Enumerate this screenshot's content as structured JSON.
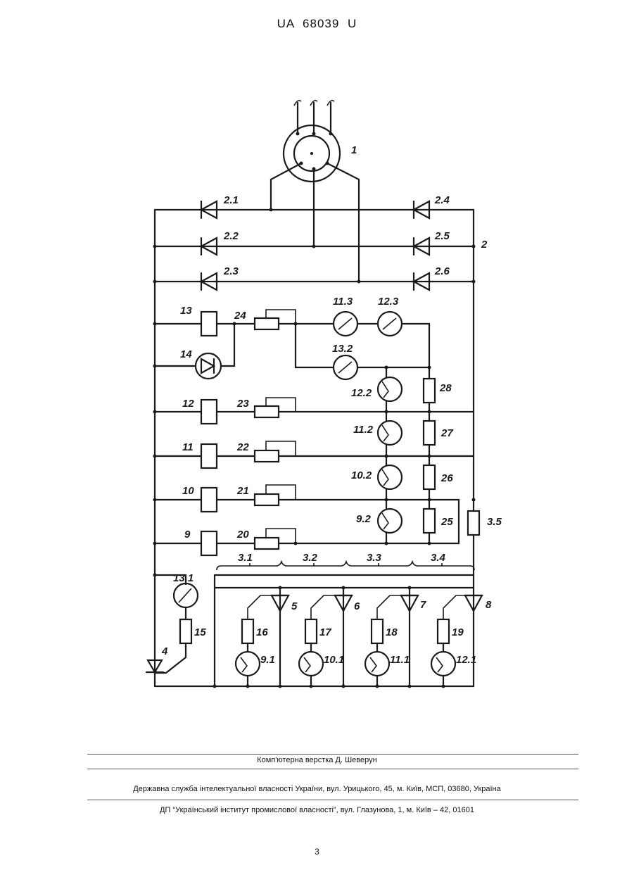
{
  "header": {
    "patent_number": "UA 68039 U"
  },
  "diagram": {
    "labels": {
      "motor": "1",
      "bridge": "2",
      "d21": "2.1",
      "d22": "2.2",
      "d23": "2.3",
      "d24": "2.4",
      "d25": "2.5",
      "d26": "2.6",
      "k13": "13",
      "r24": "24",
      "s113": "11.3",
      "s123": "12.3",
      "led14": "14",
      "s132": "13.2",
      "k12": "12",
      "r23": "23",
      "s122": "12.2",
      "r28": "28",
      "k11": "11",
      "r22": "22",
      "s112": "11.2",
      "r27": "27",
      "k10": "10",
      "r21": "21",
      "s102": "10.2",
      "r26": "26",
      "k9": "9",
      "r20": "20",
      "s92": "9.2",
      "r25": "25",
      "r35": "3.5",
      "b31": "3.1",
      "b32": "3.2",
      "b33": "3.3",
      "b34": "3.4",
      "s131": "13.1",
      "r15": "15",
      "d4": "4",
      "d5": "5",
      "d6": "6",
      "d7": "7",
      "d8": "8",
      "r16": "16",
      "r17": "17",
      "r18": "18",
      "r19": "19",
      "s91": "9.1",
      "s101": "10.1",
      "s111": "11.1",
      "s121": "12.1"
    }
  },
  "footer": {
    "typesetting": "Комп'ютерна верстка Д. Шеверун",
    "agency": "Державна служба інтелектуальної власності України, вул. Урицького, 45, м. Київ, МСП, 03680, Україна",
    "institute": "ДП “Український інститут промислової власності”, вул. Глазунова, 1, м. Київ – 42, 01601",
    "page": "3"
  }
}
